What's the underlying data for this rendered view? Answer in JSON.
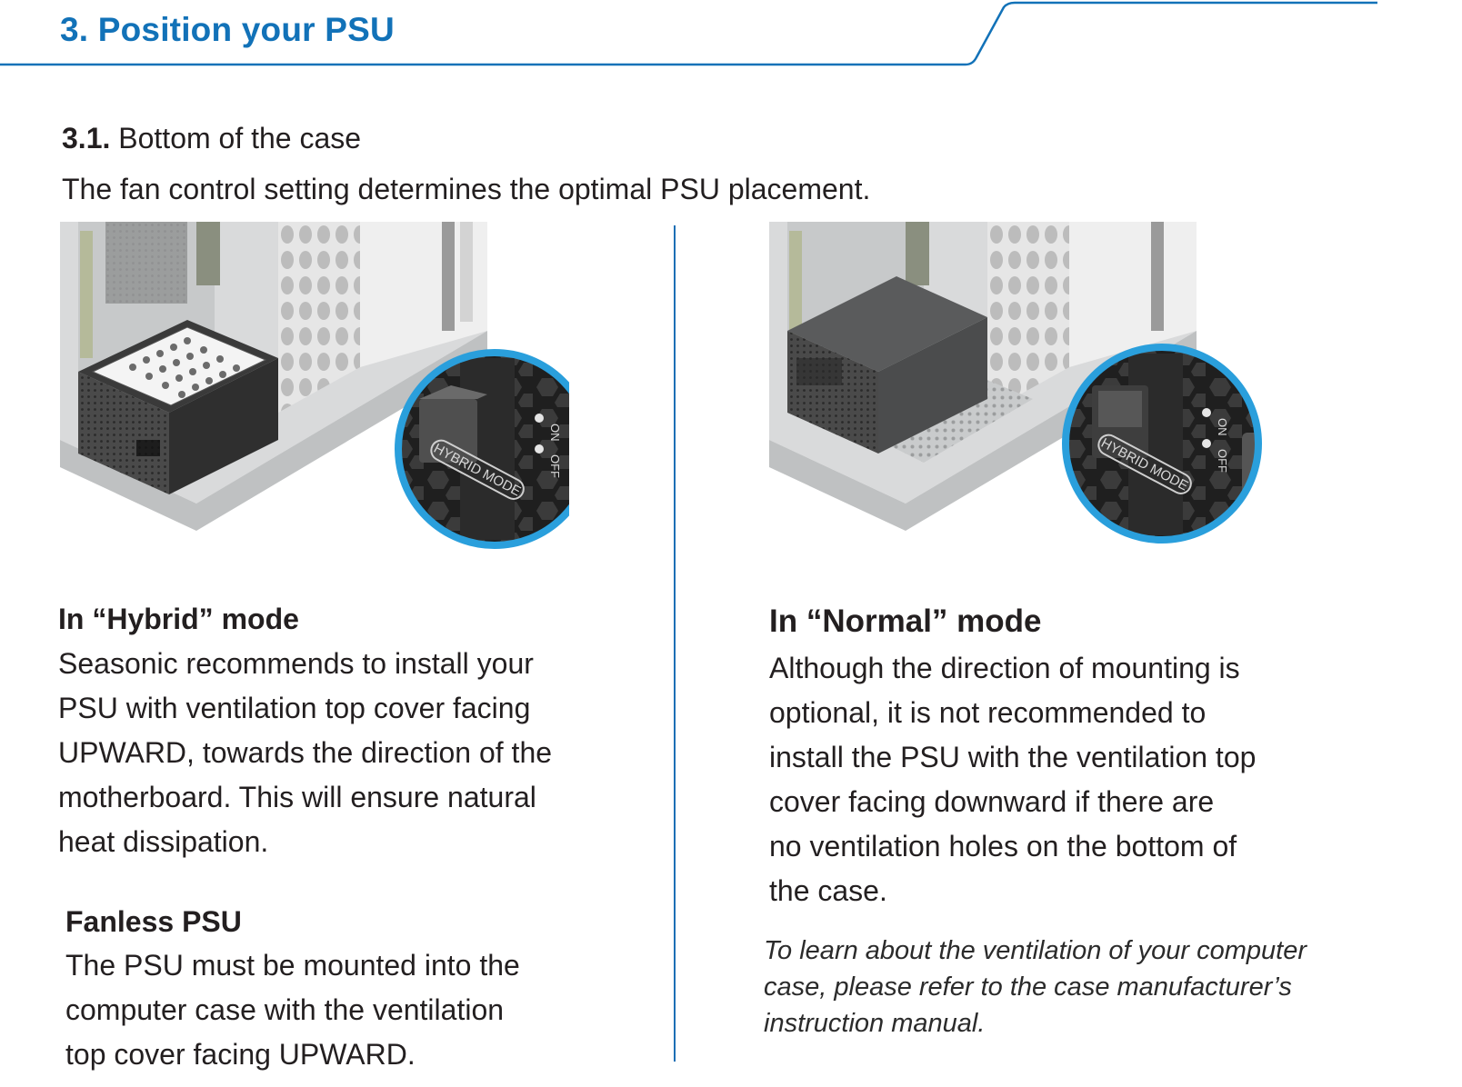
{
  "header": {
    "title": "3. Position your PSU",
    "accent_color": "#1272b8"
  },
  "section": {
    "number": "3.1.",
    "title": "Bottom of the case",
    "intro": "The fan control setting determines the optimal PSU placement."
  },
  "left": {
    "illustration": {
      "switch_labels": [
        "ON",
        "OFF"
      ],
      "mode_label": "HYBRID MODE",
      "switch_state": "ON"
    },
    "hybrid": {
      "heading": "In “Hybrid” mode",
      "lines": [
        "Seasonic recommends to install your",
        "PSU with ventilation top cover facing",
        "UPWARD, towards the direction of the",
        "motherboard. This will ensure natural",
        "heat dissipation."
      ]
    },
    "fanless": {
      "heading": "Fanless PSU",
      "lines": [
        "The PSU must be mounted into the",
        "computer case with the ventilation",
        "top cover facing UPWARD."
      ]
    }
  },
  "right": {
    "illustration": {
      "switch_labels": [
        "ON",
        "OFF"
      ],
      "mode_label": "HYBRID MODE",
      "switch_state": "OFF"
    },
    "normal": {
      "heading": "In “Normal” mode",
      "lines": [
        "Although the direction of mounting is",
        "optional, it is not recommended to",
        "install the PSU with the ventilation top",
        "cover facing downward if there are",
        "no ventilation holes on the bottom of",
        "the case."
      ]
    },
    "note": {
      "lines": [
        "To learn about the ventilation of your computer",
        "case, please refer to the case manufacturer’s",
        "instruction manual."
      ]
    }
  }
}
